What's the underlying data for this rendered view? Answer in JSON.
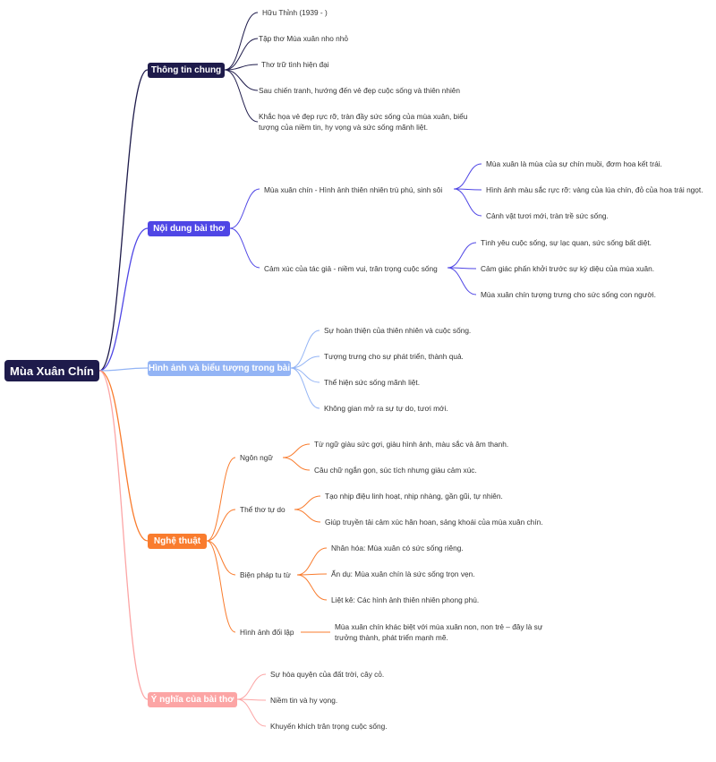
{
  "root": "Mùa Xuân Chín",
  "branches": [
    {
      "label": "Thông tin chung",
      "color": "#1e1b4b",
      "items": [
        "Hữu Thỉnh (1939 - )",
        "Tập thơ Mùa xuân nho nhỏ",
        "Thơ trữ tình hiện đại",
        "Sau chiến tranh, hướng đến vẻ đẹp cuộc sống và thiên nhiên",
        "Khắc họa vẻ đẹp rực rỡ, tràn đầy sức sống của mùa xuân, biểu tượng của niềm tin, hy vọng và sức sống mãnh liệt."
      ]
    },
    {
      "label": "Nội dung bài thơ",
      "color": "#4f46e5",
      "groups": [
        {
          "label": "Mùa xuân chín - Hình ảnh thiên nhiên trù phú, sinh sôi",
          "items": [
            "Mùa xuân là mùa của sự chín muồi, đơm hoa kết trái.",
            "Hình ảnh màu sắc rực rỡ: vàng của lúa chín, đỏ của hoa trái ngọt.",
            "Cảnh vật tươi mới, tràn trề sức sống."
          ]
        },
        {
          "label": "Cảm xúc của tác giả - niềm vui, trân trọng cuộc sống",
          "items": [
            "Tình yêu cuộc sống, sự lạc quan, sức sống bất diệt.",
            "Cảm giác phấn khởi trước sự kỳ diệu của mùa xuân.",
            "Mùa xuân chín tượng trưng cho sức sống con người."
          ]
        }
      ]
    },
    {
      "label": "Hình ảnh và biểu tượng trong bài",
      "color": "#93b4f5",
      "items": [
        "Sự hoàn thiện của thiên nhiên và cuộc sống.",
        "Tượng trưng cho sự phát triển, thành quả.",
        "Thể hiện sức sống mãnh liệt.",
        "Không gian mở ra sự tự do, tươi mới."
      ]
    },
    {
      "label": "Nghệ thuật",
      "color": "#f97c2e",
      "groups": [
        {
          "label": "Ngôn ngữ",
          "items": [
            "Từ ngữ giàu sức gợi, giàu hình ảnh, màu sắc và âm thanh.",
            "Câu chữ ngắn gọn, súc tích nhưng giàu cảm xúc."
          ]
        },
        {
          "label": "Thể thơ tự do",
          "items": [
            "Tạo nhịp điệu linh hoạt, nhịp nhàng, gần gũi, tự nhiên.",
            "Giúp truyền tải cảm xúc hân hoan, sảng khoái của mùa xuân chín."
          ]
        },
        {
          "label": "Biện pháp tu từ",
          "items": [
            "Nhân hóa: Mùa xuân có sức sống riêng.",
            "Ẩn dụ: Mùa xuân chín là sức sống trọn vẹn.",
            "Liệt kê: Các hình ảnh thiên nhiên phong phú."
          ]
        },
        {
          "label": "Hình ảnh đối lập",
          "items": [
            "Mùa xuân chín khác biệt với mùa xuân non, non trẻ – đây là sự trưởng thành, phát triển mạnh mẽ."
          ]
        }
      ]
    },
    {
      "label": "Ý nghĩa của bài thơ",
      "color": "#fca5a5",
      "items": [
        "Sự hòa quyện của đất trời, cây cỏ.",
        "Niềm tin và hy vọng.",
        "Khuyến khích trân trọng cuộc sống."
      ]
    }
  ]
}
